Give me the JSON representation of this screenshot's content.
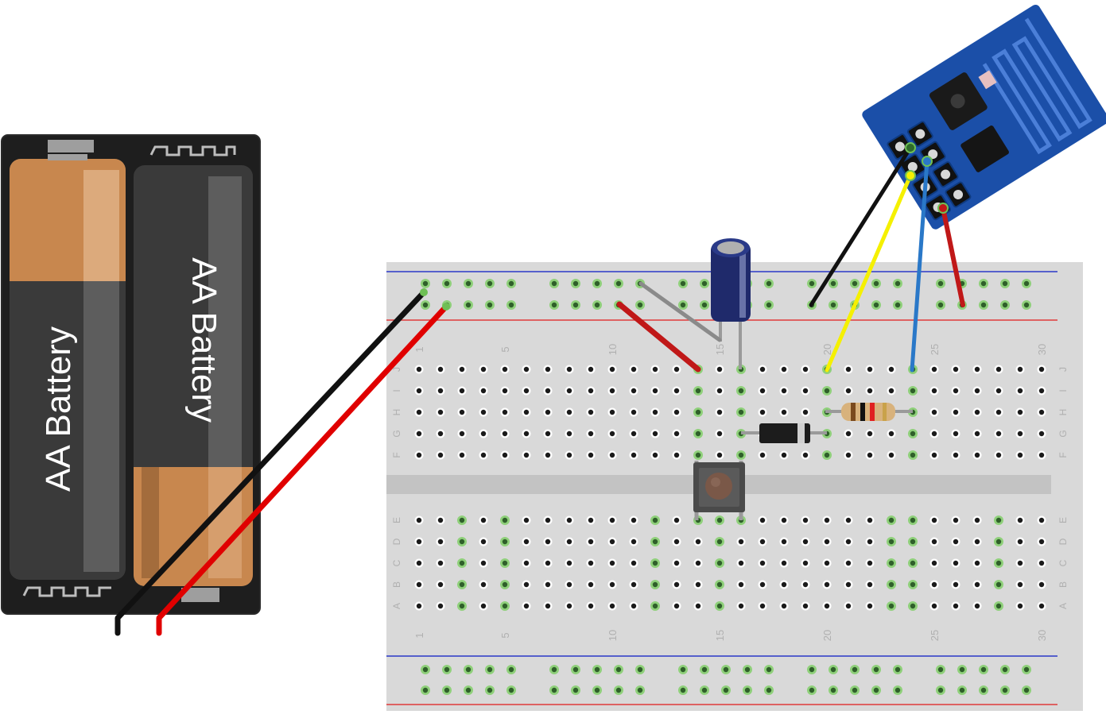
{
  "battery": {
    "cells": [
      {
        "label": "AA Battery"
      },
      {
        "label": "AA Battery"
      }
    ]
  },
  "breadboard": {
    "column_numbers": [
      "1",
      "5",
      "10",
      "15",
      "20",
      "25",
      "30"
    ],
    "rows_top": [
      "J",
      "I",
      "H",
      "G",
      "F"
    ],
    "rows_bottom": [
      "E",
      "D",
      "C",
      "B",
      "A"
    ]
  },
  "components": {
    "module": "esp-wifi-module",
    "capacitor": "electrolytic-capacitor",
    "diode": "diode",
    "resistor": "resistor",
    "button": "push-button"
  },
  "colors": {
    "wire_black": "#111111",
    "wire_red": "#e00000",
    "wire_yellow": "#f5f000",
    "wire_blue": "#2a78c8",
    "wire_gray": "#8a8a8a",
    "wire_darkred": "#c01818",
    "board": "#d9d9d9",
    "module": "#1b4fa8"
  }
}
